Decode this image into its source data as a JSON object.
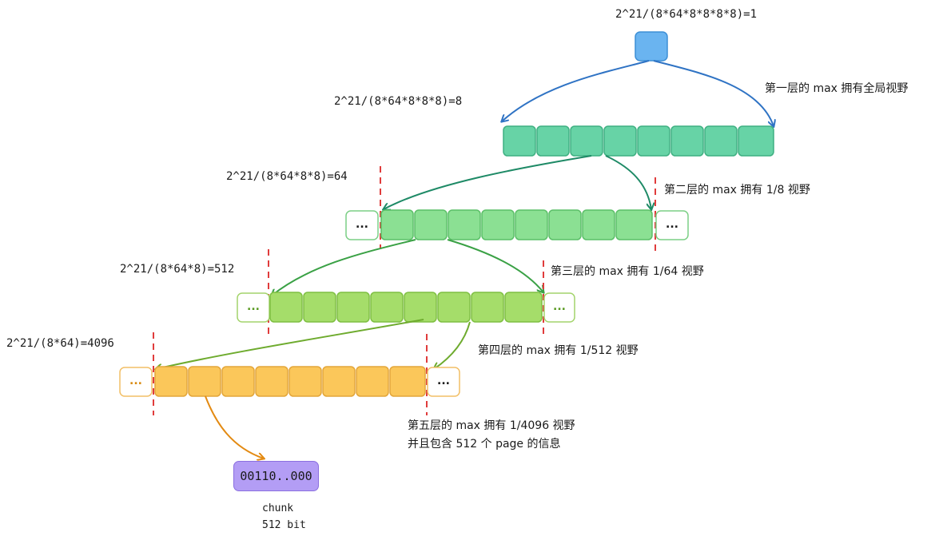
{
  "formulas": {
    "level1": "2^21/(8*64*8*8*8*8)=1",
    "level2": "2^21/(8*64*8*8*8)=8",
    "level3": "2^21/(8*64*8*8)=64",
    "level4": "2^21/(8*64*8)=512",
    "level5": "2^21/(8*64)=4096"
  },
  "annotations": {
    "level1": "第一层的 max 拥有全局视野",
    "level2": "第二层的 max 拥有 1/8 视野",
    "level3": "第三层的 max 拥有 1/64 视野",
    "level4": "第四层的 max 拥有 1/512 视野",
    "level5_line1": "第五层的 max 拥有 1/4096 视野",
    "level5_line2": "并且包含 512 个 page 的信息"
  },
  "ellipsis": "...",
  "chunk": {
    "value": "00110..000",
    "label_line1": "chunk",
    "label_line2": "512 bit"
  },
  "colors": {
    "level1": "#6ab4f0",
    "level2": "#67d3a6",
    "level3": "#8be093",
    "level4": "#a5dd6a",
    "level5": "#fbc75a",
    "chunk": "#b39df5",
    "dashed_line": "#e03c3c"
  }
}
